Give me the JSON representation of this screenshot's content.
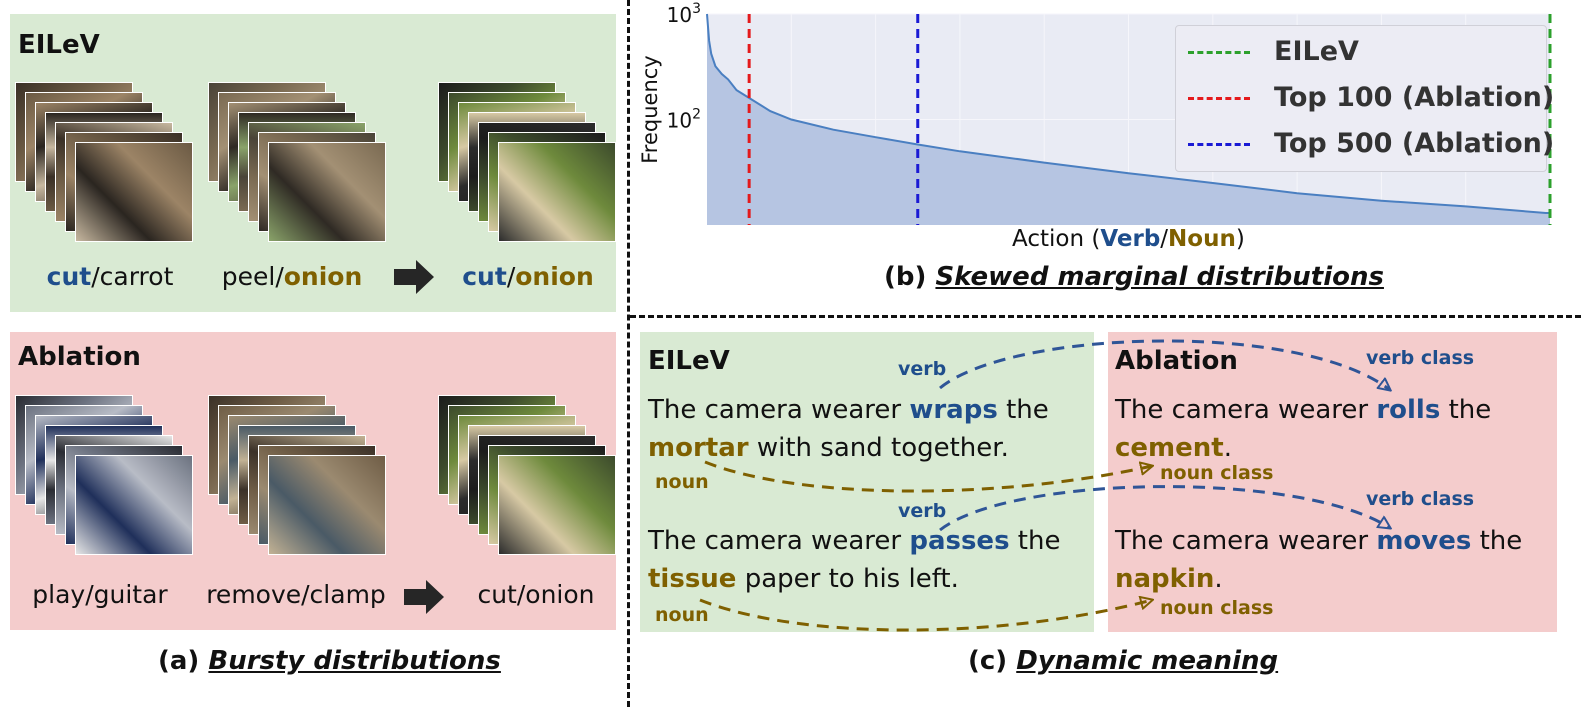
{
  "panel_a": {
    "eilev_title": "EILeV",
    "ablation_title": "Ablation",
    "eilev_captions": [
      {
        "verb": "cut",
        "sep": "/",
        "noun": "carrot",
        "verb_hl": true,
        "noun_hl": false
      },
      {
        "verb": "peel",
        "sep": "/",
        "noun": "onion",
        "verb_hl": false,
        "noun_hl": true
      },
      {
        "verb": "cut",
        "sep": "/",
        "noun": "onion",
        "verb_hl": true,
        "noun_hl": true
      }
    ],
    "ablation_captions": [
      "play/guitar",
      "remove/clamp",
      "cut/onion"
    ],
    "label_prefix": "(a) ",
    "label_text": "Bursty distributions"
  },
  "panel_b": {
    "label_prefix": "(b) ",
    "label_text": "Skewed marginal distributions",
    "chart_data": {
      "type": "area",
      "xlabel_parts": [
        "Action (",
        "Verb",
        "/",
        "Noun",
        ")"
      ],
      "ylabel": "Frequency",
      "yscale": "log",
      "ytick_labels": [
        {
          "base": "10",
          "exp": "3"
        },
        {
          "base": "10",
          "exp": "2"
        }
      ],
      "ylim": [
        10,
        1000
      ],
      "x_range": [
        0,
        2000
      ],
      "series": [
        {
          "x": [
            0,
            5,
            10,
            20,
            35,
            50,
            70,
            100,
            150,
            200,
            300,
            400,
            500,
            600,
            800,
            1000,
            1200,
            1400,
            1600,
            1800,
            1990,
            2000
          ],
          "y": [
            1000,
            560,
            420,
            320,
            270,
            240,
            190,
            160,
            120,
            100,
            80,
            68,
            58,
            50,
            39,
            31,
            25,
            20,
            17,
            15,
            13,
            13
          ]
        }
      ],
      "vlines": [
        {
          "name": "EILeV",
          "x": 2000,
          "color": "#2ca02c"
        },
        {
          "name": "Top 100 (Ablation)",
          "x": 100,
          "color": "#e41a1c"
        },
        {
          "name": "Top 500 (Ablation)",
          "x": 500,
          "color": "#1a1ad4"
        }
      ],
      "legend_position": "top-right",
      "fill_color": "#b6c5e2",
      "line_color": "#4a7fc1",
      "background": "#e9ebf4"
    }
  },
  "panel_c": {
    "label_prefix": "(c) ",
    "label_text": "Dynamic meaning",
    "eilev_title": "EILeV",
    "ablation_title": "Ablation",
    "left": [
      {
        "pre": "The camera wearer ",
        "verb": "wraps",
        "post": " the",
        "noun": "mortar",
        "rest": " with sand together."
      },
      {
        "pre": "The camera wearer ",
        "verb": "passes",
        "post": " the",
        "noun": "tissue",
        "rest": " paper to his left."
      }
    ],
    "right": [
      {
        "pre": "The camera wearer ",
        "verb": "rolls",
        "post": " the",
        "noun": "cement",
        "rest": "."
      },
      {
        "pre": "The camera wearer ",
        "verb": "moves",
        "post": " the",
        "noun": "napkin",
        "rest": "."
      }
    ],
    "verb_tag": "verb",
    "noun_tag": "noun",
    "verb_class_tag": "verb class",
    "noun_class_tag": "noun class"
  },
  "colors": {
    "verb": "#1f4e8c",
    "noun": "#7f6000",
    "green_bg": "#d9ead3",
    "red_bg": "#f4cccc"
  }
}
